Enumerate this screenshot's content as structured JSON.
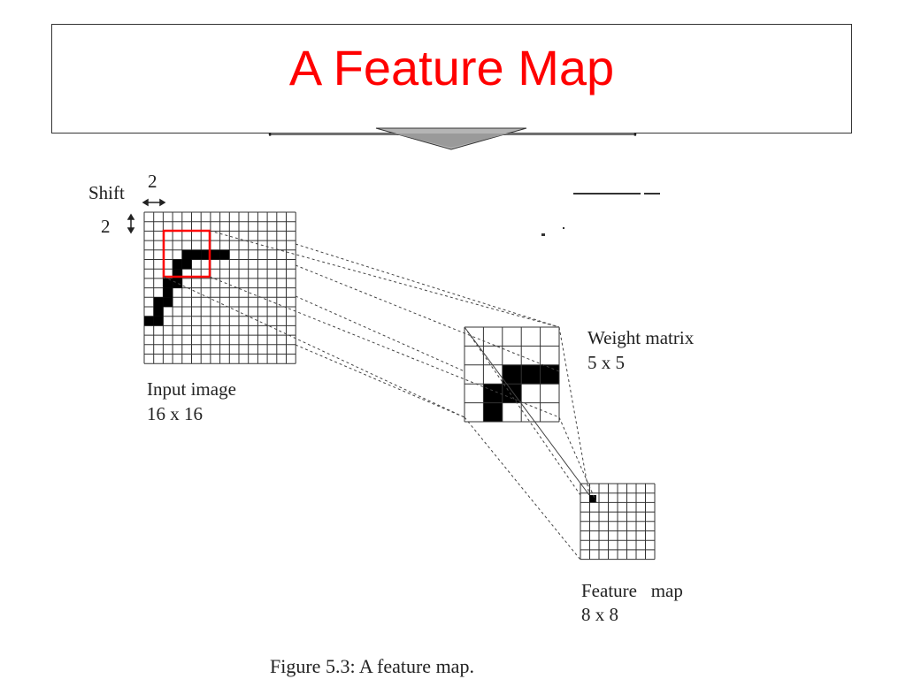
{
  "slide": {
    "title": "A Feature Map",
    "title_color": "#ff0000"
  },
  "figure": {
    "shift_label": "Shift",
    "shift_horizontal": "2",
    "shift_vertical": "2",
    "input_label_line1": "Input image",
    "input_label_line2": "16 x 16",
    "weight_label_line1": "Weight matrix",
    "weight_label_line2": "5 x 5",
    "feature_label_line1": "Feature   map",
    "feature_label_line2": "8 x 8",
    "caption": "Figure 5.3: A feature map.",
    "highlight_color": "#ff0000"
  }
}
